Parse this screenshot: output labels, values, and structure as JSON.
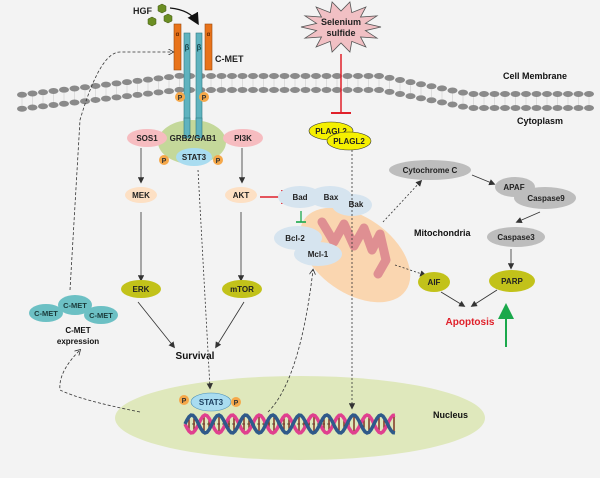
{
  "title": "Selenium sulfide inhibits PLAGL2 / C-MET signaling pathway",
  "ligand": {
    "label": "HGF",
    "color": "#6b8e23"
  },
  "receptor": {
    "label": "C-MET",
    "alpha_label": "α",
    "beta_label": "β",
    "alpha_color": "#e8731a",
    "beta_color": "#5fb3bf"
  },
  "drug": {
    "label_line1": "Selenium",
    "label_line2": "sulfide",
    "color": "#f1c0c4"
  },
  "compartments": {
    "membrane": "Cell Membrane",
    "cytoplasm": "Cytoplasm",
    "mitochondria": "Mitochondria",
    "nucleus": "Nucleus"
  },
  "phospho_label": "P",
  "adaptors": {
    "grb2": "GRB2/GAB1",
    "sos1": "SOS1",
    "pi3k": "PI3K",
    "stat3": "STAT3"
  },
  "kinases": {
    "mek": "MEK",
    "erk": "ERK",
    "akt": "AKT",
    "mtor": "mTOR"
  },
  "outcomes": {
    "survival": "Survival",
    "apoptosis": "Apoptosis"
  },
  "plagl2": [
    "PLAGL2",
    "PLAGL2"
  ],
  "bcl2_family": [
    "Bad",
    "Bax",
    "Bak",
    "Bcl-2",
    "Mcl-1"
  ],
  "apoptosis_cascade": {
    "cytochrome_c": "Cytochrome C",
    "apaf": "APAF",
    "caspase9": "Caspase9",
    "caspase3": "Caspase3",
    "parp": "PARP",
    "aif": "AIF"
  },
  "cmet_expression": {
    "proteins": [
      "C-MET",
      "C-MET",
      "C-MET"
    ],
    "label_line1": "C-MET",
    "label_line2": "expression"
  },
  "nuclear_stat3": "STAT3",
  "colors": {
    "inhibit_red": "#e0202a",
    "inhibit_green": "#1aa84b",
    "apoptosis_text": "#e0202a",
    "up_arrow": "#1aa84b",
    "olive_node": "#c2c21a",
    "peach_node": "#fde0c4",
    "pink_node": "#f6bcc0",
    "light_blue_node": "#d6e4ef",
    "grey_node": "#bdbdbd",
    "nucleus_fill": "#dfe8bc"
  }
}
